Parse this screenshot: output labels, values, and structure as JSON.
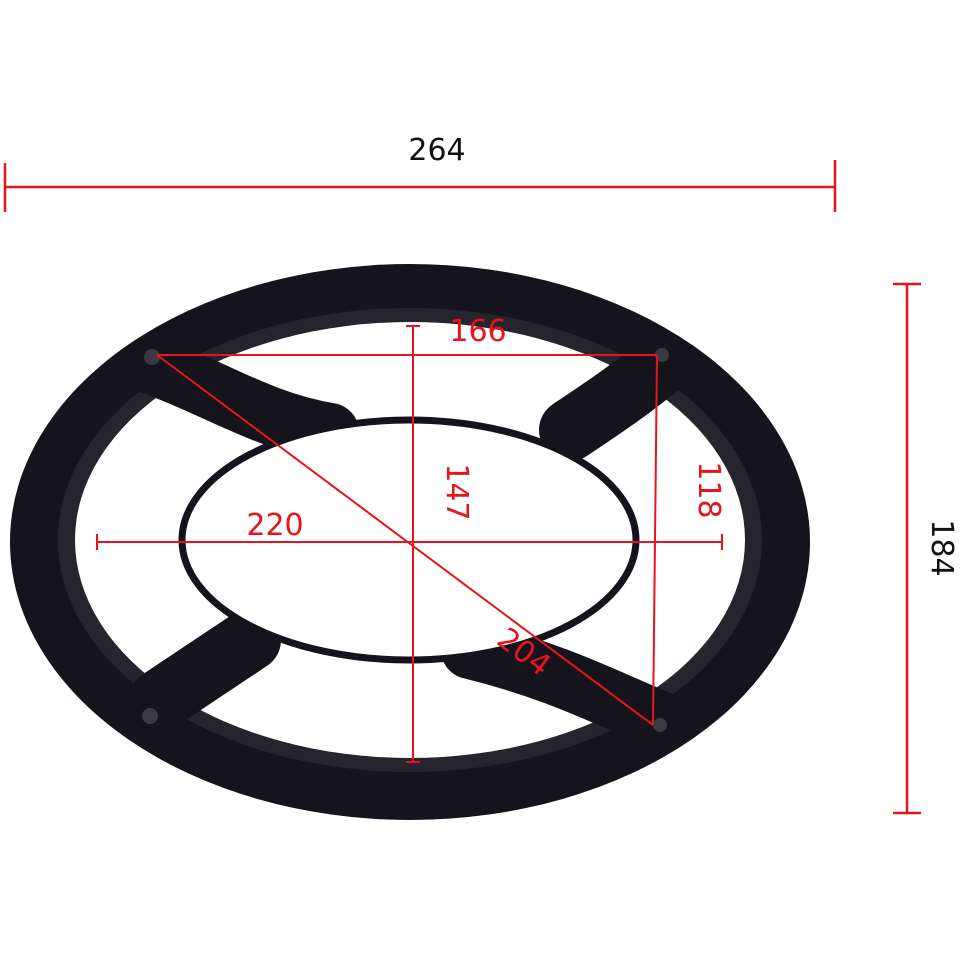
{
  "title": "Speaker grille cover dimensions",
  "colors": {
    "annotation": "#e8141c",
    "outer_label": "#111111",
    "grille": "#15141c"
  },
  "dimensions": {
    "overall_width": "264",
    "overall_height": "184",
    "hole_span_horizontal": "166",
    "inner_height": "147",
    "hole_span_vertical": "118",
    "inner_width": "220",
    "hole_diagonal": "204"
  }
}
